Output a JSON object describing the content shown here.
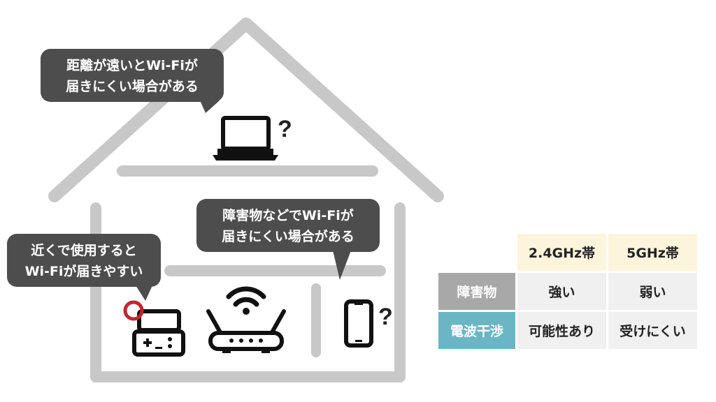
{
  "bubbles": [
    {
      "lines": [
        "距離が遠いとWi-Fiが",
        "届きにくい場合がある"
      ]
    },
    {
      "lines": [
        "障害物などでWi-Fiが",
        "届きにくい場合がある"
      ]
    },
    {
      "lines": [
        "近くで使用すると",
        "Wi-Fiが届きやすい"
      ]
    }
  ],
  "question_mark": "?",
  "table": {
    "columns": [
      "2.4GHz帯",
      "5GHz帯"
    ],
    "rows": [
      {
        "label": "障害物",
        "values": [
          "強い",
          "弱い"
        ],
        "color": "#a8a8a8"
      },
      {
        "label": "電波干渉",
        "values": [
          "可能性あり",
          "受けにくい"
        ],
        "color": "#6ab6c4"
      }
    ]
  },
  "colors": {
    "house_outline": "#c8c8c8",
    "bubble": "#4d4d4d",
    "highlight_ring": "#c0272d",
    "column_header": "#fdf4dc",
    "cell": "#f0f0f0"
  },
  "icons": [
    "laptop-icon",
    "smartphone-icon",
    "wifi-router-icon",
    "wifi-signal-icon",
    "game-console-icon"
  ]
}
